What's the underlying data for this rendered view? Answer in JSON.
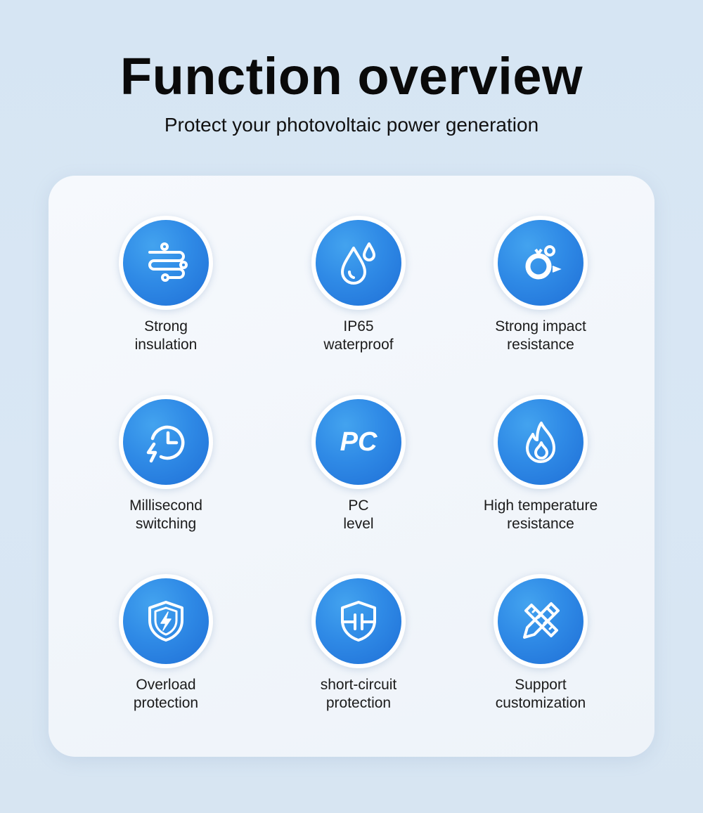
{
  "header": {
    "title": "Function overview",
    "subtitle": "Protect your photovoltaic power generation"
  },
  "colors": {
    "accent": "#2f8ae6",
    "background": "#d6e5f3",
    "card": "#f3f7fb"
  },
  "features": [
    {
      "icon": "sliders-icon",
      "line1": "Strong",
      "line2": "insulation"
    },
    {
      "icon": "water-drop-icon",
      "line1": "IP65",
      "line2": "waterproof"
    },
    {
      "icon": "impact-ring-icon",
      "line1": "Strong impact",
      "line2": "resistance"
    },
    {
      "icon": "clock-lightning-icon",
      "line1": "Millisecond",
      "line2": "switching"
    },
    {
      "icon": "pc-text-icon",
      "icon_text": "PC",
      "line1": "PC",
      "line2": "level"
    },
    {
      "icon": "flame-icon",
      "line1": "High temperature",
      "line2": "resistance"
    },
    {
      "icon": "shield-bolt-icon",
      "line1": "Overload",
      "line2": "protection"
    },
    {
      "icon": "shield-circuit-icon",
      "line1": "short-circuit",
      "line2": "protection"
    },
    {
      "icon": "pencil-ruler-icon",
      "line1": "Support",
      "line2": "customization"
    }
  ]
}
